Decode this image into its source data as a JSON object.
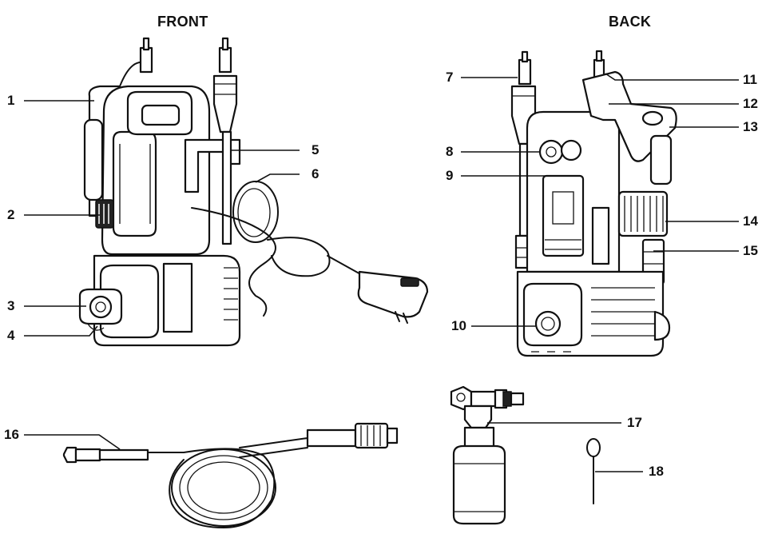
{
  "headings": {
    "front": "FRONT",
    "back": "BACK"
  },
  "callouts": [
    "1",
    "2",
    "3",
    "4",
    "5",
    "6",
    "7",
    "8",
    "9",
    "10",
    "11",
    "12",
    "13",
    "14",
    "15",
    "16",
    "17",
    "18"
  ]
}
